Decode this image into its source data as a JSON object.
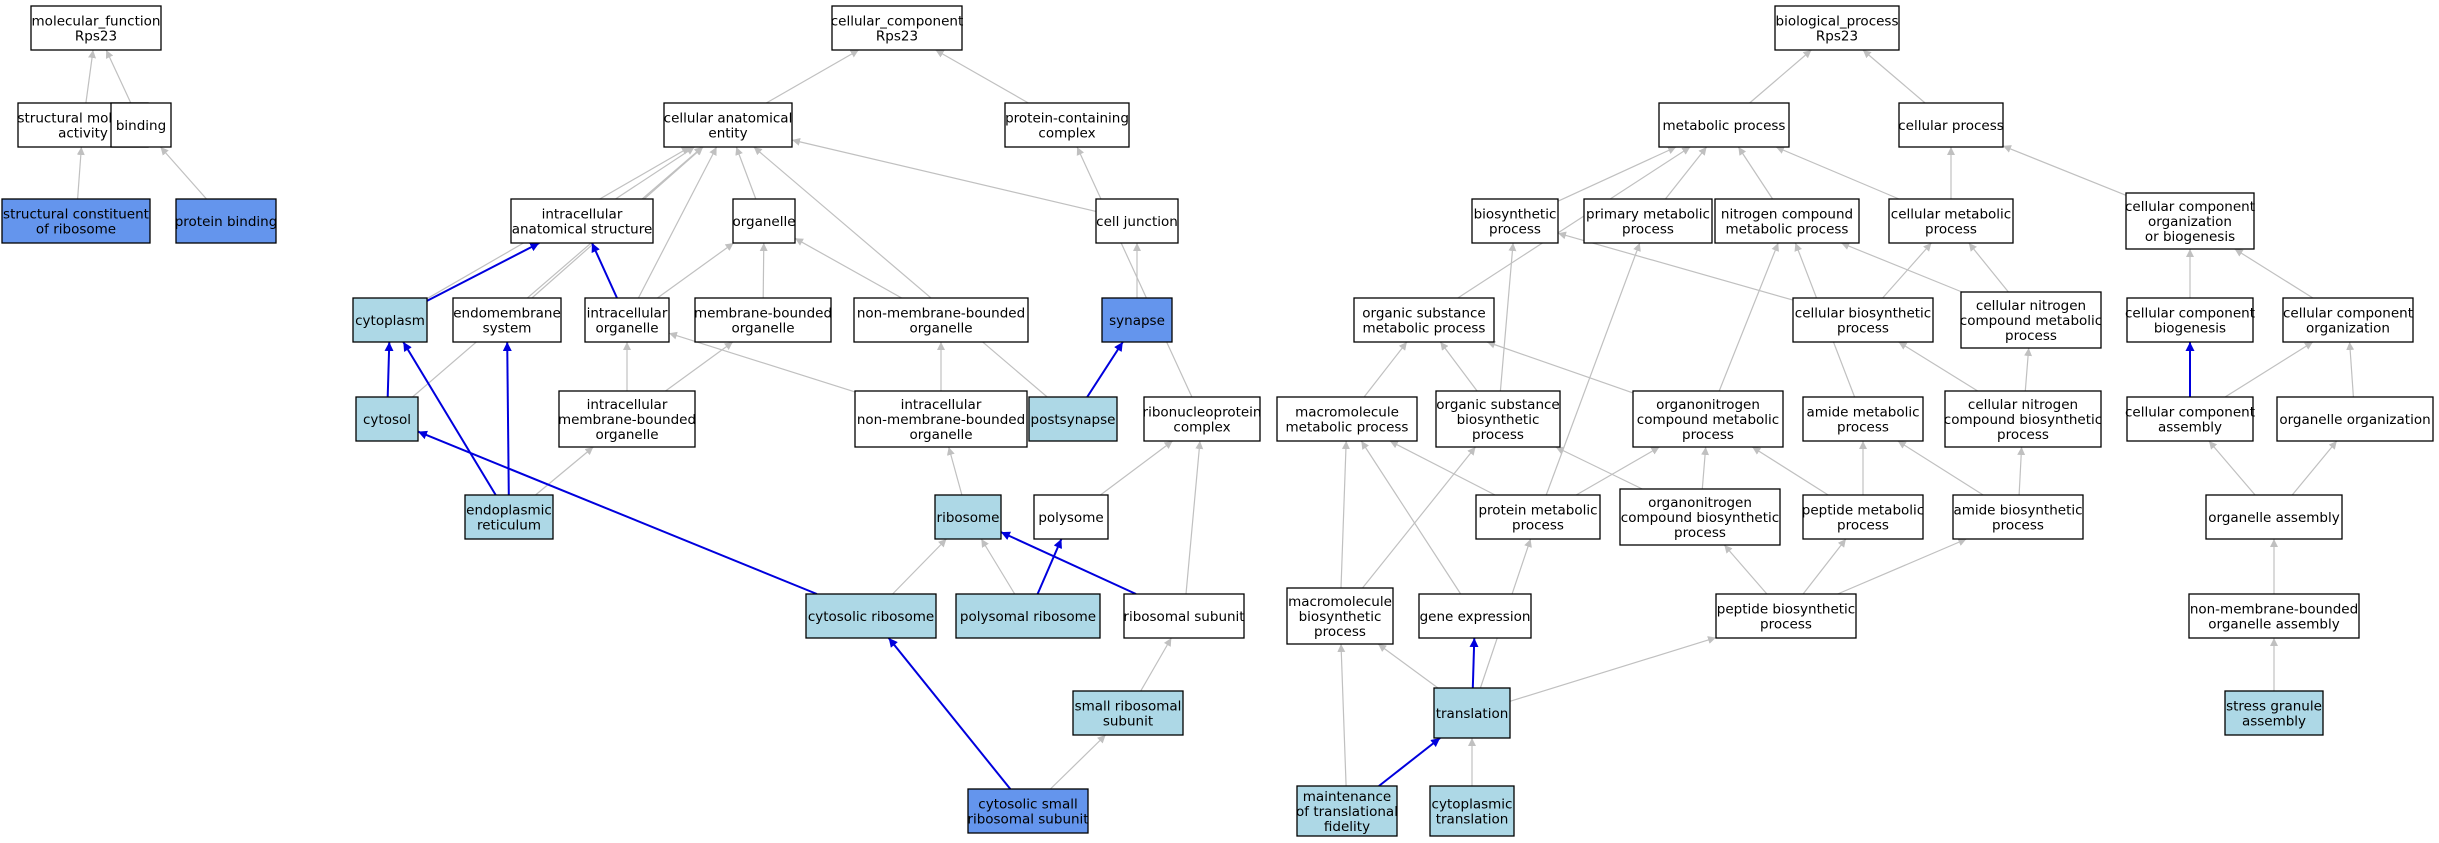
{
  "colors": {
    "plain": "#ffffff",
    "light": "#add8e6",
    "dark": "#6495ed",
    "edge_gray": "#c0c0c0",
    "edge_blue": "#0000dd"
  },
  "nodes": [
    {
      "id": "mf_root",
      "label": [
        "molecular_function",
        "Rps23"
      ],
      "fill": "plain"
    },
    {
      "id": "struct_mol_act",
      "label": [
        "structural molecule",
        "activity"
      ],
      "fill": "plain"
    },
    {
      "id": "binding",
      "label": [
        "binding"
      ],
      "fill": "plain"
    },
    {
      "id": "struct_const_ribo",
      "label": [
        "structural constituent",
        "of ribosome"
      ],
      "fill": "dark"
    },
    {
      "id": "protein_binding",
      "label": [
        "protein binding"
      ],
      "fill": "dark"
    },
    {
      "id": "cc_root",
      "label": [
        "cellular_component",
        "Rps23"
      ],
      "fill": "plain"
    },
    {
      "id": "cae",
      "label": [
        "cellular anatomical",
        "entity"
      ],
      "fill": "plain"
    },
    {
      "id": "pcc",
      "label": [
        "protein-containing",
        "complex"
      ],
      "fill": "plain"
    },
    {
      "id": "ias",
      "label": [
        "intracellular",
        "anatomical structure"
      ],
      "fill": "plain"
    },
    {
      "id": "organelle",
      "label": [
        "organelle"
      ],
      "fill": "plain"
    },
    {
      "id": "cell_junction",
      "label": [
        "cell junction"
      ],
      "fill": "plain"
    },
    {
      "id": "cytoplasm",
      "label": [
        "cytoplasm"
      ],
      "fill": "light"
    },
    {
      "id": "endomembrane",
      "label": [
        "endomembrane",
        "system"
      ],
      "fill": "plain"
    },
    {
      "id": "intra_org",
      "label": [
        "intracellular",
        "organelle"
      ],
      "fill": "plain"
    },
    {
      "id": "mbo",
      "label": [
        "membrane-bounded",
        "organelle"
      ],
      "fill": "plain"
    },
    {
      "id": "nmbo",
      "label": [
        "non-membrane-bounded",
        "organelle"
      ],
      "fill": "plain"
    },
    {
      "id": "synapse",
      "label": [
        "synapse"
      ],
      "fill": "dark"
    },
    {
      "id": "cytosol",
      "label": [
        "cytosol"
      ],
      "fill": "light"
    },
    {
      "id": "imbo",
      "label": [
        "intracellular",
        "membrane-bounded",
        "organelle"
      ],
      "fill": "plain"
    },
    {
      "id": "inmbo",
      "label": [
        "intracellular",
        "non-membrane-bounded",
        "organelle"
      ],
      "fill": "plain"
    },
    {
      "id": "postsynapse",
      "label": [
        "postsynapse"
      ],
      "fill": "light"
    },
    {
      "id": "rnp",
      "label": [
        "ribonucleoprotein",
        "complex"
      ],
      "fill": "plain"
    },
    {
      "id": "er",
      "label": [
        "endoplasmic",
        "reticulum"
      ],
      "fill": "light"
    },
    {
      "id": "ribosome",
      "label": [
        "ribosome"
      ],
      "fill": "light"
    },
    {
      "id": "polysome",
      "label": [
        "polysome"
      ],
      "fill": "plain"
    },
    {
      "id": "cyto_ribo",
      "label": [
        "cytosolic ribosome"
      ],
      "fill": "light"
    },
    {
      "id": "poly_ribo",
      "label": [
        "polysomal ribosome"
      ],
      "fill": "light"
    },
    {
      "id": "ribo_sub",
      "label": [
        "ribosomal subunit"
      ],
      "fill": "plain"
    },
    {
      "id": "small_ribo",
      "label": [
        "small ribosomal",
        "subunit"
      ],
      "fill": "light"
    },
    {
      "id": "cyto_small",
      "label": [
        "cytosolic small",
        "ribosomal subunit"
      ],
      "fill": "dark"
    },
    {
      "id": "bp_root",
      "label": [
        "biological_process",
        "Rps23"
      ],
      "fill": "plain"
    },
    {
      "id": "met_proc",
      "label": [
        "metabolic process"
      ],
      "fill": "plain"
    },
    {
      "id": "cell_proc",
      "label": [
        "cellular process"
      ],
      "fill": "plain"
    },
    {
      "id": "biosyn",
      "label": [
        "biosynthetic",
        "process"
      ],
      "fill": "plain"
    },
    {
      "id": "prim_met",
      "label": [
        "primary metabolic",
        "process"
      ],
      "fill": "plain"
    },
    {
      "id": "ncmp",
      "label": [
        "nitrogen compound",
        "metabolic process"
      ],
      "fill": "plain"
    },
    {
      "id": "cell_met",
      "label": [
        "cellular metabolic",
        "process"
      ],
      "fill": "plain"
    },
    {
      "id": "ccob",
      "label": [
        "cellular component",
        "organization",
        "or biogenesis"
      ],
      "fill": "plain"
    },
    {
      "id": "osmp",
      "label": [
        "organic substance",
        "metabolic process"
      ],
      "fill": "plain"
    },
    {
      "id": "cell_biosyn",
      "label": [
        "cellular biosynthetic",
        "process"
      ],
      "fill": "plain"
    },
    {
      "id": "cncmp",
      "label": [
        "cellular nitrogen",
        "compound metabolic",
        "process"
      ],
      "fill": "plain"
    },
    {
      "id": "ccb",
      "label": [
        "cellular component",
        "biogenesis"
      ],
      "fill": "plain"
    },
    {
      "id": "cco",
      "label": [
        "cellular component",
        "organization"
      ],
      "fill": "plain"
    },
    {
      "id": "macro_met",
      "label": [
        "macromolecule",
        "metabolic process"
      ],
      "fill": "plain"
    },
    {
      "id": "osbp",
      "label": [
        "organic substance",
        "biosynthetic",
        "process"
      ],
      "fill": "plain"
    },
    {
      "id": "onmp",
      "label": [
        "organonitrogen",
        "compound metabolic",
        "process"
      ],
      "fill": "plain"
    },
    {
      "id": "amide_met",
      "label": [
        "amide metabolic",
        "process"
      ],
      "fill": "plain"
    },
    {
      "id": "cncbp",
      "label": [
        "cellular nitrogen",
        "compound biosynthetic",
        "process"
      ],
      "fill": "plain"
    },
    {
      "id": "cca",
      "label": [
        "cellular component",
        "assembly"
      ],
      "fill": "plain"
    },
    {
      "id": "org_org",
      "label": [
        "organelle organization"
      ],
      "fill": "plain"
    },
    {
      "id": "prot_met",
      "label": [
        "protein metabolic",
        "process"
      ],
      "fill": "plain"
    },
    {
      "id": "onbp",
      "label": [
        "organonitrogen",
        "compound biosynthetic",
        "process"
      ],
      "fill": "plain"
    },
    {
      "id": "pep_met",
      "label": [
        "peptide metabolic",
        "process"
      ],
      "fill": "plain"
    },
    {
      "id": "amide_bio",
      "label": [
        "amide biosynthetic",
        "process"
      ],
      "fill": "plain"
    },
    {
      "id": "org_assembly",
      "label": [
        "organelle assembly"
      ],
      "fill": "plain"
    },
    {
      "id": "macro_bio",
      "label": [
        "macromolecule",
        "biosynthetic",
        "process"
      ],
      "fill": "plain"
    },
    {
      "id": "gene_expr",
      "label": [
        "gene expression"
      ],
      "fill": "plain"
    },
    {
      "id": "pep_bio",
      "label": [
        "peptide biosynthetic",
        "process"
      ],
      "fill": "plain"
    },
    {
      "id": "nmboa",
      "label": [
        "non-membrane-bounded",
        "organelle assembly"
      ],
      "fill": "plain"
    },
    {
      "id": "translation",
      "label": [
        "translation"
      ],
      "fill": "light"
    },
    {
      "id": "stress_granule",
      "label": [
        "stress granule",
        "assembly"
      ],
      "fill": "light"
    },
    {
      "id": "mtf",
      "label": [
        "maintenance",
        "of translational",
        "fidelity"
      ],
      "fill": "light"
    },
    {
      "id": "cyto_trans",
      "label": [
        "cytoplasmic",
        "translation"
      ],
      "fill": "light"
    }
  ],
  "edges": [
    {
      "from": "struct_mol_act",
      "to": "mf_root"
    },
    {
      "from": "binding",
      "to": "mf_root"
    },
    {
      "from": "struct_const_ribo",
      "to": "struct_mol_act"
    },
    {
      "from": "protein_binding",
      "to": "binding"
    },
    {
      "from": "cae",
      "to": "cc_root"
    },
    {
      "from": "pcc",
      "to": "cc_root"
    },
    {
      "from": "ias",
      "to": "cae"
    },
    {
      "from": "organelle",
      "to": "cae"
    },
    {
      "from": "cell_junction",
      "to": "cae"
    },
    {
      "from": "cytoplasm",
      "to": "cae"
    },
    {
      "from": "endomembrane",
      "to": "cae"
    },
    {
      "from": "intra_org",
      "to": "cae"
    },
    {
      "from": "cytosol",
      "to": "cae"
    },
    {
      "from": "postsynapse",
      "to": "cae"
    },
    {
      "from": "cytoplasm",
      "to": "ias",
      "blue": true
    },
    {
      "from": "intra_org",
      "to": "ias",
      "blue": true
    },
    {
      "from": "intra_org",
      "to": "organelle"
    },
    {
      "from": "mbo",
      "to": "organelle"
    },
    {
      "from": "nmbo",
      "to": "organelle"
    },
    {
      "from": "synapse",
      "to": "cell_junction"
    },
    {
      "from": "postsynapse",
      "to": "synapse",
      "blue": true
    },
    {
      "from": "cytosol",
      "to": "cytoplasm",
      "blue": true
    },
    {
      "from": "er",
      "to": "cytoplasm",
      "blue": true
    },
    {
      "from": "er",
      "to": "endomembrane",
      "blue": true
    },
    {
      "from": "imbo",
      "to": "intra_org"
    },
    {
      "from": "imbo",
      "to": "mbo"
    },
    {
      "from": "inmbo",
      "to": "intra_org"
    },
    {
      "from": "inmbo",
      "to": "nmbo"
    },
    {
      "from": "er",
      "to": "imbo"
    },
    {
      "from": "rnp",
      "to": "pcc"
    },
    {
      "from": "ribosome",
      "to": "inmbo"
    },
    {
      "from": "cyto_ribo",
      "to": "cytosol",
      "blue": true
    },
    {
      "from": "cyto_ribo",
      "to": "ribosome"
    },
    {
      "from": "poly_ribo",
      "to": "ribosome"
    },
    {
      "from": "poly_ribo",
      "to": "polysome",
      "blue": true
    },
    {
      "from": "polysome",
      "to": "rnp"
    },
    {
      "from": "ribo_sub",
      "to": "ribosome",
      "blue": true
    },
    {
      "from": "ribo_sub",
      "to": "rnp"
    },
    {
      "from": "small_ribo",
      "to": "ribo_sub"
    },
    {
      "from": "cyto_small",
      "to": "small_ribo"
    },
    {
      "from": "cyto_small",
      "to": "cyto_ribo",
      "blue": true
    },
    {
      "from": "met_proc",
      "to": "bp_root"
    },
    {
      "from": "cell_proc",
      "to": "bp_root"
    },
    {
      "from": "biosyn",
      "to": "met_proc"
    },
    {
      "from": "prim_met",
      "to": "met_proc"
    },
    {
      "from": "ncmp",
      "to": "met_proc"
    },
    {
      "from": "cell_met",
      "to": "met_proc"
    },
    {
      "from": "osmp",
      "to": "met_proc"
    },
    {
      "from": "cell_met",
      "to": "cell_proc"
    },
    {
      "from": "ccob",
      "to": "cell_proc"
    },
    {
      "from": "cell_biosyn",
      "to": "biosyn"
    },
    {
      "from": "cell_biosyn",
      "to": "cell_met"
    },
    {
      "from": "cncmp",
      "to": "ncmp"
    },
    {
      "from": "cncmp",
      "to": "cell_met"
    },
    {
      "from": "ccb",
      "to": "ccob"
    },
    {
      "from": "cco",
      "to": "ccob"
    },
    {
      "from": "macro_met",
      "to": "osmp"
    },
    {
      "from": "osbp",
      "to": "osmp"
    },
    {
      "from": "osbp",
      "to": "biosyn"
    },
    {
      "from": "onmp",
      "to": "osmp"
    },
    {
      "from": "onmp",
      "to": "ncmp"
    },
    {
      "from": "amide_met",
      "to": "ncmp"
    },
    {
      "from": "cncbp",
      "to": "cell_biosyn"
    },
    {
      "from": "cncbp",
      "to": "cncmp"
    },
    {
      "from": "cca",
      "to": "ccb",
      "blue": true
    },
    {
      "from": "cca",
      "to": "cco"
    },
    {
      "from": "org_org",
      "to": "cco"
    },
    {
      "from": "prot_met",
      "to": "macro_met"
    },
    {
      "from": "prot_met",
      "to": "onmp"
    },
    {
      "from": "prot_met",
      "to": "prim_met"
    },
    {
      "from": "onbp",
      "to": "osbp"
    },
    {
      "from": "onbp",
      "to": "onmp"
    },
    {
      "from": "pep_met",
      "to": "onmp"
    },
    {
      "from": "pep_met",
      "to": "amide_met"
    },
    {
      "from": "amide_bio",
      "to": "amide_met"
    },
    {
      "from": "amide_bio",
      "to": "cncbp"
    },
    {
      "from": "org_assembly",
      "to": "cca"
    },
    {
      "from": "org_assembly",
      "to": "org_org"
    },
    {
      "from": "macro_bio",
      "to": "macro_met"
    },
    {
      "from": "macro_bio",
      "to": "osbp"
    },
    {
      "from": "gene_expr",
      "to": "macro_met"
    },
    {
      "from": "pep_bio",
      "to": "onbp"
    },
    {
      "from": "pep_bio",
      "to": "pep_met"
    },
    {
      "from": "pep_bio",
      "to": "amide_bio"
    },
    {
      "from": "nmboa",
      "to": "org_assembly"
    },
    {
      "from": "translation",
      "to": "gene_expr",
      "blue": true
    },
    {
      "from": "translation",
      "to": "macro_bio"
    },
    {
      "from": "translation",
      "to": "prot_met"
    },
    {
      "from": "translation",
      "to": "pep_bio"
    },
    {
      "from": "stress_granule",
      "to": "nmboa"
    },
    {
      "from": "mtf",
      "to": "translation",
      "blue": true
    },
    {
      "from": "mtf",
      "to": "macro_bio"
    },
    {
      "from": "cyto_trans",
      "to": "translation"
    }
  ]
}
